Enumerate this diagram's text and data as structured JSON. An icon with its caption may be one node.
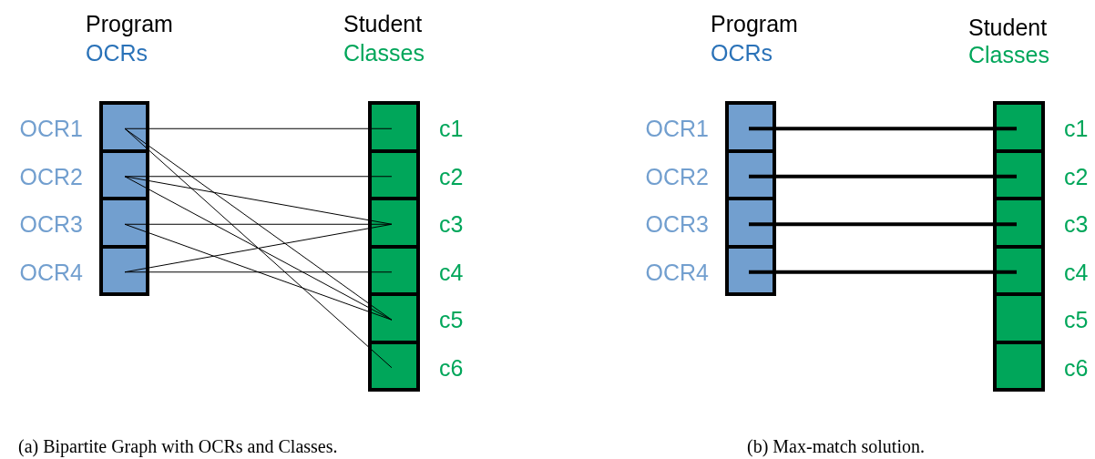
{
  "diagram": {
    "nodes": [
      {
        "text": [],
        "shape": "box",
        "beside": [
          "OCR1"
        ]
      },
      {
        "text": [],
        "shape": "box",
        "beside": [
          "OCR2"
        ]
      },
      {
        "text": [],
        "shape": "box",
        "beside": [
          "OCR3"
        ]
      },
      {
        "text": [],
        "shape": "box",
        "beside": [
          "OCR4"
        ]
      },
      {
        "text": [],
        "shape": "box",
        "beside": [
          "c1"
        ]
      },
      {
        "text": [],
        "shape": "box",
        "beside": [
          "c2"
        ]
      },
      {
        "text": [],
        "shape": "box",
        "beside": [
          "c3"
        ]
      },
      {
        "text": [],
        "shape": "box",
        "beside": [
          "c4"
        ]
      },
      {
        "text": [],
        "shape": "box",
        "beside": [
          "c5"
        ]
      },
      {
        "text": [],
        "shape": "box",
        "beside": [
          "c6"
        ]
      },
      {
        "text": [],
        "shape": "box",
        "beside": [
          "OCR1"
        ]
      },
      {
        "text": [],
        "shape": "box",
        "beside": [
          "OCR2"
        ]
      },
      {
        "text": [],
        "shape": "box",
        "beside": [
          "OCR3"
        ]
      },
      {
        "text": [],
        "shape": "box",
        "beside": [
          "OCR4"
        ]
      },
      {
        "text": [],
        "shape": "box",
        "beside": [
          "c1"
        ]
      },
      {
        "text": [],
        "shape": "box",
        "beside": [
          "c2"
        ]
      },
      {
        "text": [],
        "shape": "box",
        "beside": [
          "c3"
        ]
      },
      {
        "text": [],
        "shape": "box",
        "beside": [
          "c4"
        ]
      },
      {
        "text": [],
        "shape": "box",
        "beside": [
          "c5"
        ]
      },
      {
        "text": [],
        "shape": "box",
        "beside": [
          "c6"
        ]
      }
    ],
    "edges": [
      {
        "from": 0,
        "to": 4,
        "arrow": "none"
      },
      {
        "from": 0,
        "to": 8,
        "arrow": "none"
      },
      {
        "from": 0,
        "to": 9,
        "arrow": "none"
      },
      {
        "from": 1,
        "to": 5,
        "arrow": "none"
      },
      {
        "from": 1,
        "to": 6,
        "arrow": "none"
      },
      {
        "from": 1,
        "to": 8,
        "arrow": "none"
      },
      {
        "from": 2,
        "to": 6,
        "arrow": "none"
      },
      {
        "from": 2,
        "to": 8,
        "arrow": "none"
      },
      {
        "from": 3,
        "to": 6,
        "arrow": "none"
      },
      {
        "from": 3,
        "to": 7,
        "arrow": "none"
      },
      {
        "from": 10,
        "to": 14,
        "arrow": "none",
        "style": "thick"
      },
      {
        "from": 11,
        "to": 15,
        "arrow": "none",
        "style": "thick"
      },
      {
        "from": 12,
        "to": 16,
        "arrow": "none",
        "style": "thick"
      },
      {
        "from": 13,
        "to": 17,
        "arrow": "none",
        "style": "thick"
      }
    ],
    "labels": [
      "Program",
      "OCRs",
      "Student",
      "Classes",
      "Program",
      "OCRs",
      "Student",
      "Classes",
      "(a) Bipartite Graph with OCRs and Classes.",
      "(b) Max-match solution."
    ]
  }
}
